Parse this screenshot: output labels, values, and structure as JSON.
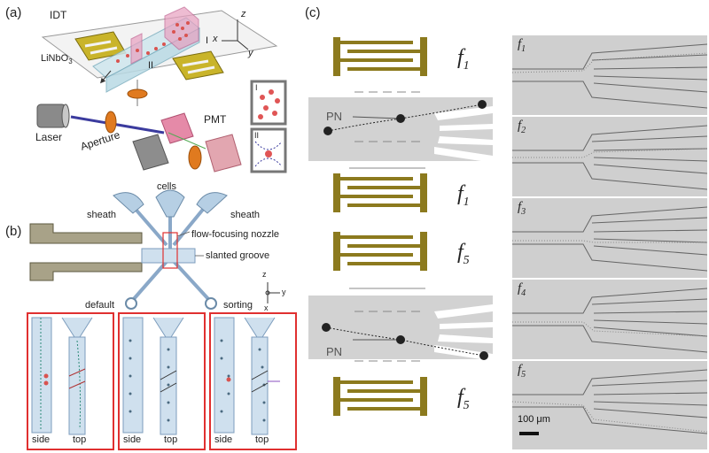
{
  "panel_a": {
    "label": "(a)",
    "idt_label": "IDT",
    "substrate_label": "LiNbO",
    "substrate_sub": "3",
    "region_one": "I",
    "region_two": "II",
    "axis_z": "z",
    "axis_x": "x",
    "axis_y": "y",
    "laser_label": "Laser",
    "aperture_label": "Aperture",
    "pmt_label": "PMT",
    "inset_one": "I",
    "inset_two": "II"
  },
  "panel_b": {
    "label": "(b)",
    "cells_label": "cells",
    "sheath_left": "sheath",
    "sheath_right": "sheath",
    "nozzle_label": "flow-focusing nozzle",
    "groove_label": "slanted groove",
    "default_label": "default",
    "sorting_label": "sorting",
    "axis_z": "z",
    "axis_y": "y",
    "axis_x": "x",
    "views": [
      {
        "side": "side",
        "top": "top"
      },
      {
        "side": "side",
        "top": "top"
      },
      {
        "side": "side",
        "top": "top"
      }
    ]
  },
  "panel_c": {
    "label": "(c)",
    "schematics": [
      {
        "freq": "f",
        "sub": "1",
        "pn": "PN"
      },
      {
        "freq": "f",
        "sub": "1"
      },
      {
        "freq": "f",
        "sub": "5",
        "pn": "PN"
      },
      {
        "freq": "f",
        "sub": "5"
      }
    ],
    "micrographs": [
      {
        "freq": "f",
        "sub": "1"
      },
      {
        "freq": "f",
        "sub": "2"
      },
      {
        "freq": "f",
        "sub": "3"
      },
      {
        "freq": "f",
        "sub": "4"
      },
      {
        "freq": "f",
        "sub": "5"
      }
    ],
    "scale_bar": "100 μm"
  },
  "colors": {
    "electrode": "#8c7a1e",
    "channel_gray": "#d2d2d2",
    "chip_fill": "#cfe0ee",
    "particle": "#d9534f",
    "laser": "#3b3b9e",
    "lens": "#e07a1f",
    "inset_border": "#e03030"
  }
}
